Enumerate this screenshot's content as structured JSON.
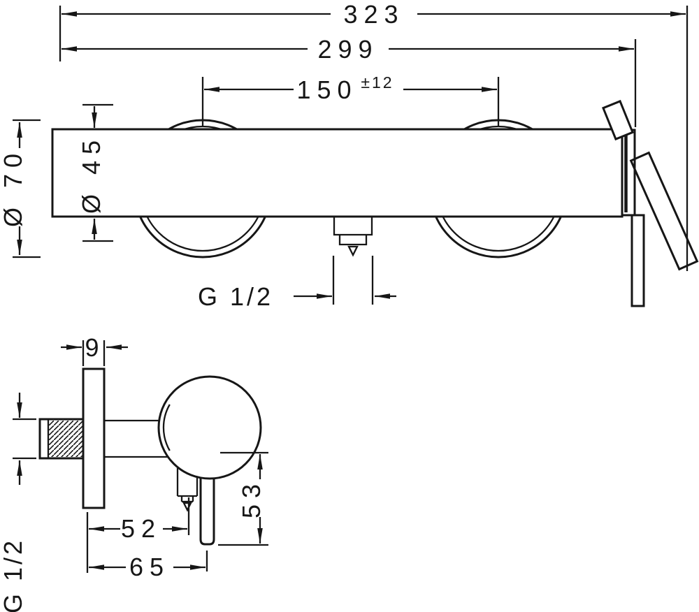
{
  "drawing_title": "shower-mixer-dimension-drawing",
  "colors": {
    "line": "#161616",
    "background": "#ffffff"
  },
  "front_view": {
    "overall_width": "323",
    "body_width": "299",
    "hose_centers": "150",
    "tolerance": "±12",
    "escutcheon_dia": "Ø 70",
    "body_dia": "Ø 45",
    "thread": "G 1/2"
  },
  "side_view": {
    "plate_thickness": "9",
    "thread": "G 1/2",
    "outlet_depth": "52",
    "total_depth": "65",
    "lever_drop": "53"
  }
}
